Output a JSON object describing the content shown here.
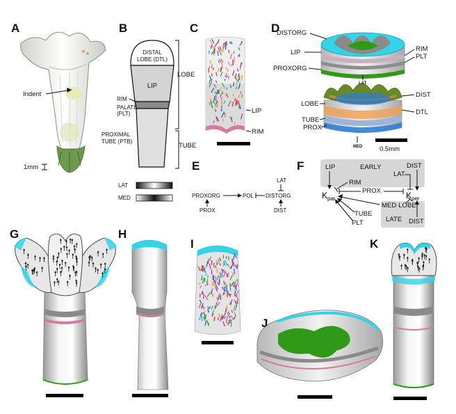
{
  "panels": [
    "A",
    "B",
    "C",
    "D",
    "E",
    "F",
    "G",
    "H",
    "I",
    "J",
    "K"
  ],
  "panel_a": {
    "indent": "Indent",
    "scale": "1mm"
  },
  "panel_b": {
    "distal_lobe_1": "DISTAL",
    "distal_lobe_2": "LOBE (DTL)",
    "lip": "LIP",
    "rim": "RIM",
    "palate_1": "PALATE",
    "palate_2": "(PLT)",
    "proximal_1": "PROXIMAL",
    "proximal_2": "TUBE (PTB)",
    "lobe": "LOBE",
    "tube": "TUBE",
    "lat": "LAT",
    "med": "MED"
  },
  "panel_c": {
    "lip": "LIP",
    "rim": "RIM"
  },
  "panel_d": {
    "distorg": "DISTORG",
    "lip": "LIP",
    "proxorg": "PROXORG",
    "rim": "RIM",
    "plt": "PLT",
    "lat": "LAT",
    "lobe": "LOBE",
    "tube": "TUBE",
    "prox": "PROX",
    "dist": "DIST",
    "dtl": "DTL",
    "med": "MED",
    "scale": "0.5mm"
  },
  "panel_e": {
    "proxorg": "PROXORG",
    "pol": "POL",
    "distorg": "DISTORG",
    "prox": "PROX",
    "lat": "LAT",
    "dist": "DIST"
  },
  "panel_f": {
    "lip": "LIP",
    "early": "EARLY",
    "dist_top": "DIST",
    "lat": "LAT",
    "rim": "RIM",
    "k": "K",
    "par": "par",
    "per": "per",
    "prox": "PROX",
    "med_lobe": "MED·LOBE",
    "tube": "TUBE",
    "plt": "PLT",
    "late": "LATE",
    "dist_bottom": "DIST"
  },
  "colors": {
    "cyan": "#35d3e8",
    "green": "#2e9a18",
    "pink": "#d77aa0",
    "gray_band": "#8e8e8e",
    "orange": "#f0a050",
    "blue": "#2a7ad8",
    "tissue": "#d8d8d8",
    "box": "#d6d6d6"
  }
}
